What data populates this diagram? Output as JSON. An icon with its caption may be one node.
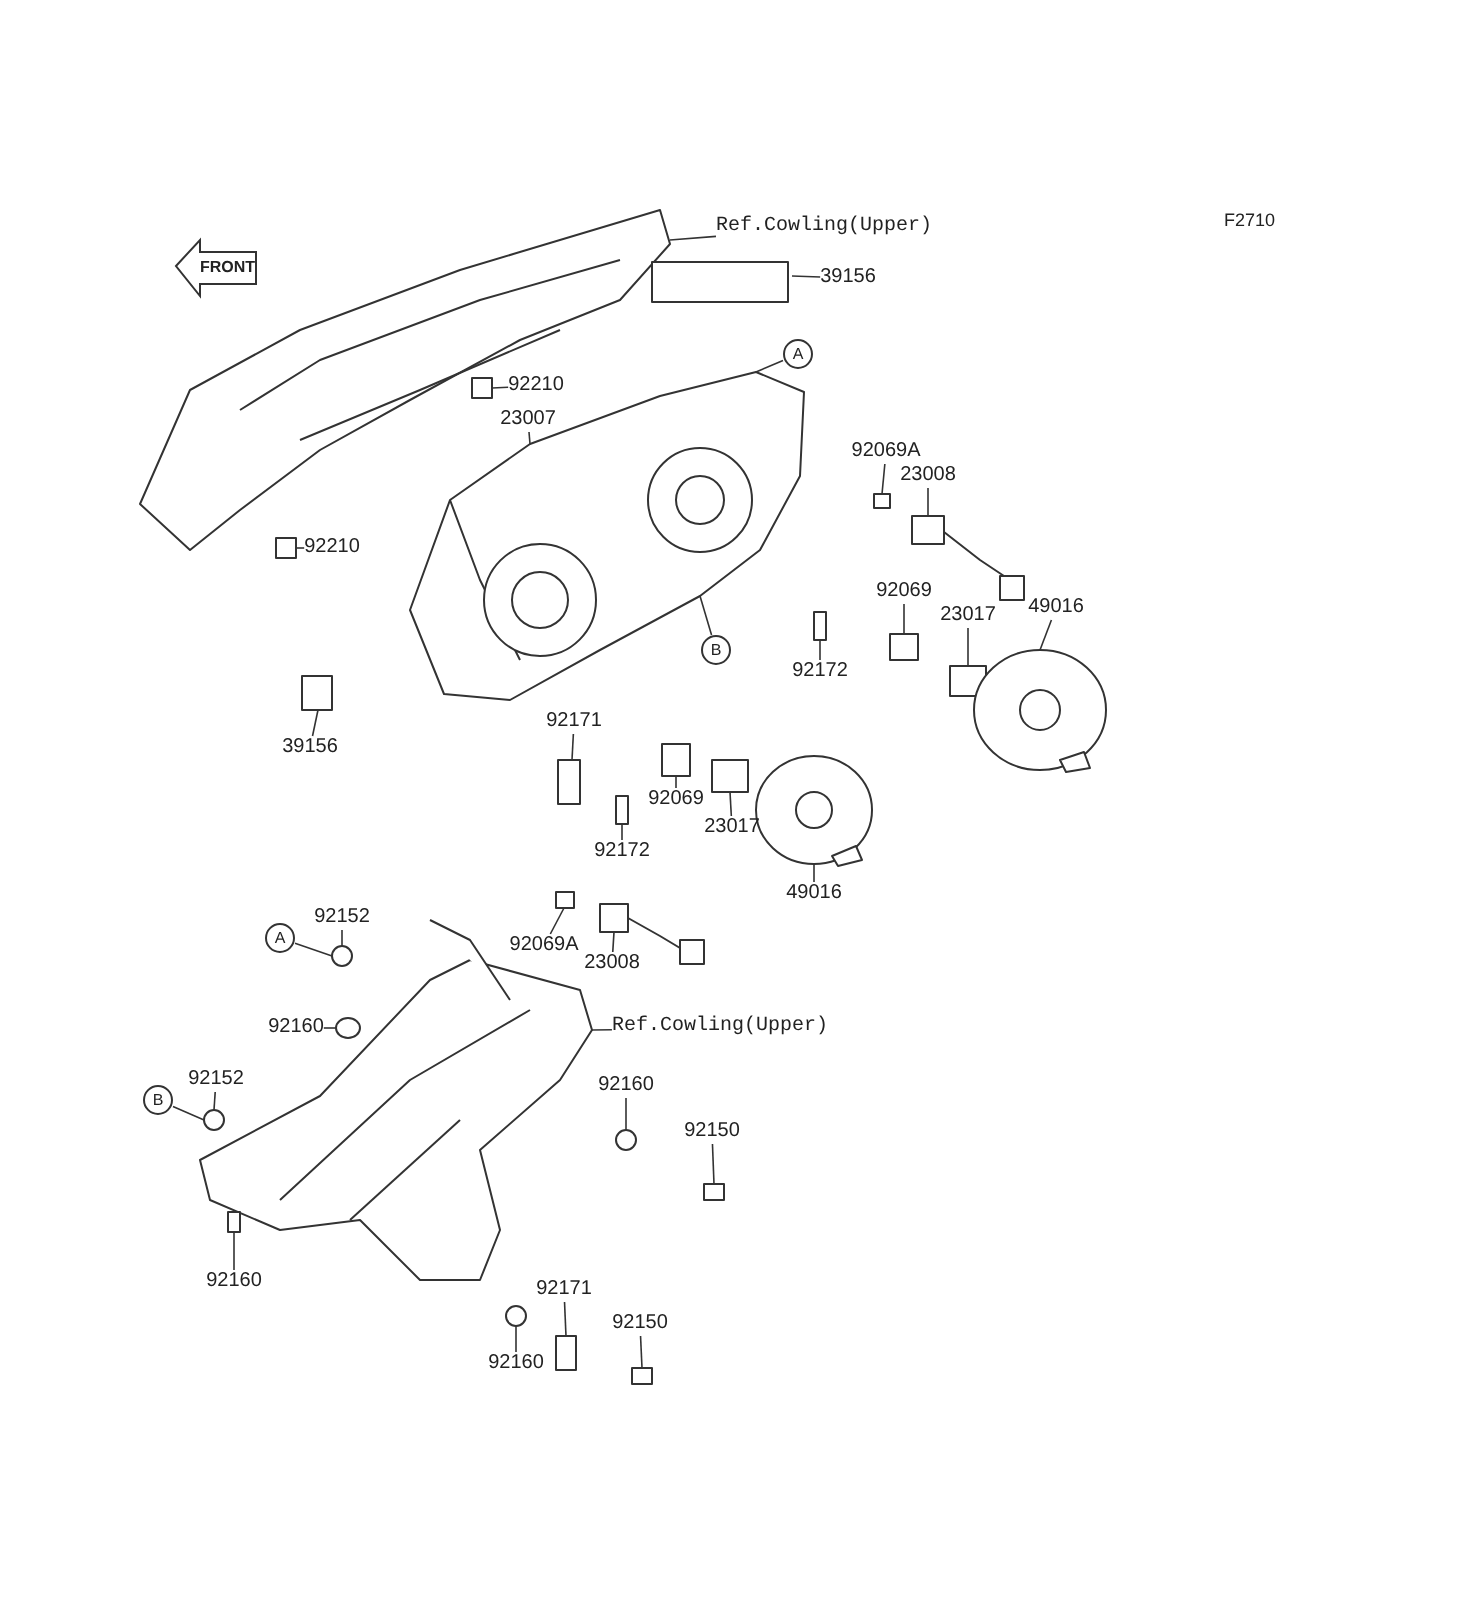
{
  "diagram": {
    "nodes": [
      {
        "text": [
          "Ref.Cowling(Upper)"
        ]
      },
      {
        "text": [
          "39156"
        ]
      },
      {
        "text": [
          "A"
        ]
      },
      {
        "text": [
          "92210"
        ]
      },
      {
        "text": [
          "23007"
        ]
      },
      {
        "text": [
          "92069A"
        ]
      },
      {
        "text": [
          "23008"
        ]
      },
      {
        "text": [
          "92210"
        ]
      },
      {
        "text": [
          "B"
        ]
      },
      {
        "text": [
          "92069"
        ]
      },
      {
        "text": [
          "23017"
        ]
      },
      {
        "text": [
          "49016"
        ]
      },
      {
        "text": [
          "92172"
        ]
      },
      {
        "text": [
          "39156"
        ]
      },
      {
        "text": [
          "92171"
        ]
      },
      {
        "text": [
          "92069"
        ]
      },
      {
        "text": [
          "92172"
        ]
      },
      {
        "text": [
          "23017"
        ]
      },
      {
        "text": [
          "49016"
        ]
      },
      {
        "text": [
          "92069A"
        ]
      },
      {
        "text": [
          "23008"
        ]
      },
      {
        "text": [
          "A"
        ]
      },
      {
        "text": [
          "92152"
        ]
      },
      {
        "text": [
          "92160"
        ]
      },
      {
        "text": [
          "Ref.Cowling(Upper)"
        ]
      },
      {
        "text": [
          "B"
        ]
      },
      {
        "text": [
          "92152"
        ]
      },
      {
        "text": [
          "92160"
        ]
      },
      {
        "text": [
          "92150"
        ]
      },
      {
        "text": [
          "92160"
        ]
      },
      {
        "text": [
          "92171"
        ]
      },
      {
        "text": [
          "92160"
        ]
      },
      {
        "text": [
          "92150"
        ]
      },
      {
        "text": [],
        "shape": "picture"
      },
      {
        "text": [],
        "shape": "box"
      },
      {
        "text": [],
        "shape": "picture"
      },
      {
        "text": [],
        "shape": "box"
      },
      {
        "text": [],
        "shape": "box"
      },
      {
        "text": [],
        "shape": "picture"
      },
      {
        "text": [],
        "shape": "box"
      },
      {
        "text": [],
        "shape": "box"
      },
      {
        "text": [],
        "shape": "box"
      },
      {
        "text": [],
        "shape": "picture"
      },
      {
        "text": [],
        "shape": "box"
      },
      {
        "text": [],
        "shape": "box"
      },
      {
        "text": [],
        "shape": "box"
      },
      {
        "text": [],
        "shape": "box"
      },
      {
        "text": [],
        "shape": "box"
      },
      {
        "text": [],
        "shape": "box"
      },
      {
        "text": [],
        "shape": "picture"
      },
      {
        "text": [],
        "shape": "box"
      },
      {
        "text": [],
        "shape": "picture"
      },
      {
        "text": [],
        "shape": "circle"
      },
      {
        "text": [],
        "shape": "circle"
      },
      {
        "text": [],
        "shape": "picture"
      },
      {
        "text": [],
        "shape": "circle"
      },
      {
        "text": [],
        "shape": "circle"
      },
      {
        "text": [],
        "shape": "box"
      },
      {
        "text": [],
        "shape": "box"
      },
      {
        "text": [],
        "shape": "box"
      },
      {
        "text": [],
        "shape": "circle"
      },
      {
        "text": [],
        "shape": "box"
      }
    ],
    "edges": [
      {
        "from": 0,
        "to": 33,
        "arrow": "none"
      },
      {
        "from": 1,
        "to": 34,
        "arrow": "none"
      },
      {
        "from": 2,
        "to": 35,
        "arrow": "none"
      },
      {
        "from": 3,
        "to": 36,
        "arrow": "none"
      },
      {
        "from": 4,
        "to": 35,
        "arrow": "none"
      },
      {
        "from": 5,
        "to": 37,
        "arrow": "none"
      },
      {
        "from": 6,
        "to": 38,
        "arrow": "none"
      },
      {
        "from": 7,
        "to": 39,
        "arrow": "none"
      },
      {
        "from": 8,
        "to": 35,
        "arrow": "none"
      },
      {
        "from": 9,
        "to": 40,
        "arrow": "none"
      },
      {
        "from": 10,
        "to": 41,
        "arrow": "none"
      },
      {
        "from": 11,
        "to": 42,
        "arrow": "none"
      },
      {
        "from": 12,
        "to": 43,
        "arrow": "none"
      },
      {
        "from": 13,
        "to": 44,
        "arrow": "none"
      },
      {
        "from": 14,
        "to": 45,
        "arrow": "none"
      },
      {
        "from": 15,
        "to": 46,
        "arrow": "none"
      },
      {
        "from": 16,
        "to": 47,
        "arrow": "none"
      },
      {
        "from": 17,
        "to": 48,
        "arrow": "none"
      },
      {
        "from": 18,
        "to": 49,
        "arrow": "none"
      },
      {
        "from": 19,
        "to": 50,
        "arrow": "none"
      },
      {
        "from": 20,
        "to": 51,
        "arrow": "none"
      },
      {
        "from": 21,
        "to": 52,
        "arrow": "none"
      },
      {
        "from": 22,
        "to": 52,
        "arrow": "none"
      },
      {
        "from": 23,
        "to": 53,
        "arrow": "none"
      },
      {
        "from": 24,
        "to": 54,
        "arrow": "none"
      },
      {
        "from": 25,
        "to": 55,
        "arrow": "none"
      },
      {
        "from": 26,
        "to": 55,
        "arrow": "none"
      },
      {
        "from": 27,
        "to": 56,
        "arrow": "none"
      },
      {
        "from": 28,
        "to": 57,
        "arrow": "none"
      },
      {
        "from": 29,
        "to": 58,
        "arrow": "none"
      },
      {
        "from": 30,
        "to": 59,
        "arrow": "none"
      },
      {
        "from": 31,
        "to": 60,
        "arrow": "none"
      },
      {
        "from": 32,
        "to": 61,
        "arrow": "none"
      }
    ],
    "labels": [
      "FRONT",
      "F2710"
    ]
  }
}
